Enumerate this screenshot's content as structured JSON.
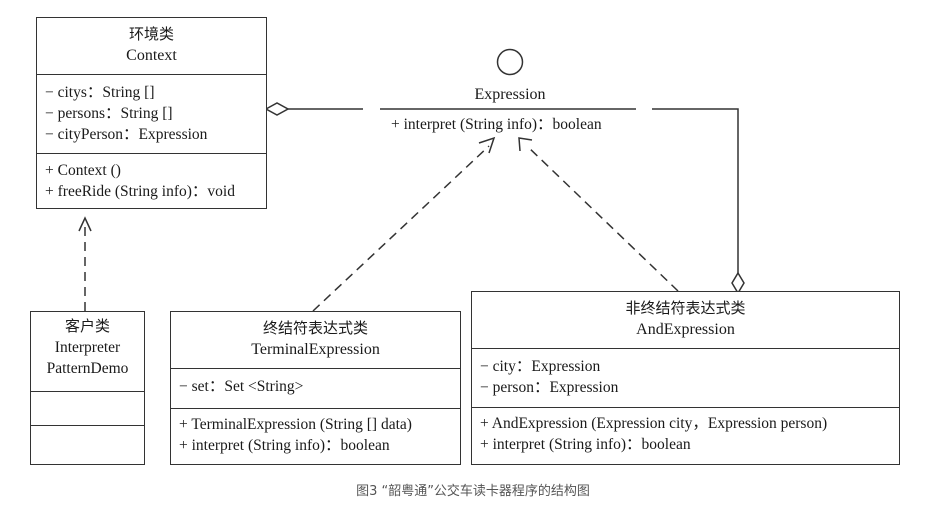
{
  "context": {
    "title_zh": "环境类",
    "title_en": "Context",
    "attributes": [
      "− citys：String []",
      "− persons：String []",
      "− cityPerson：Expression"
    ],
    "operations": [
      "+ Context ()",
      "+ freeRide (String info)：void"
    ]
  },
  "expression": {
    "name": "Expression",
    "operation": "+ interpret (String info)：boolean"
  },
  "client": {
    "title_zh": "客户类",
    "title_en_1": "Interpreter",
    "title_en_2": "PatternDemo"
  },
  "terminal": {
    "title_zh": "终结符表达式类",
    "title_en": "TerminalExpression",
    "attributes": [
      "− set：Set <String>"
    ],
    "operations": [
      "+ TerminalExpression (String [] data)",
      "+ interpret (String info)：boolean"
    ]
  },
  "nonterminal": {
    "title_zh": "非终结符表达式类",
    "title_en": "AndExpression",
    "attributes": [
      "− city：Expression",
      "− person：Expression"
    ],
    "operations": [
      "+ AndExpression (Expression city，Expression person)",
      "+ interpret (String info)：boolean"
    ]
  },
  "caption": "图3 “韶粤通”公交车读卡器程序的结构图"
}
